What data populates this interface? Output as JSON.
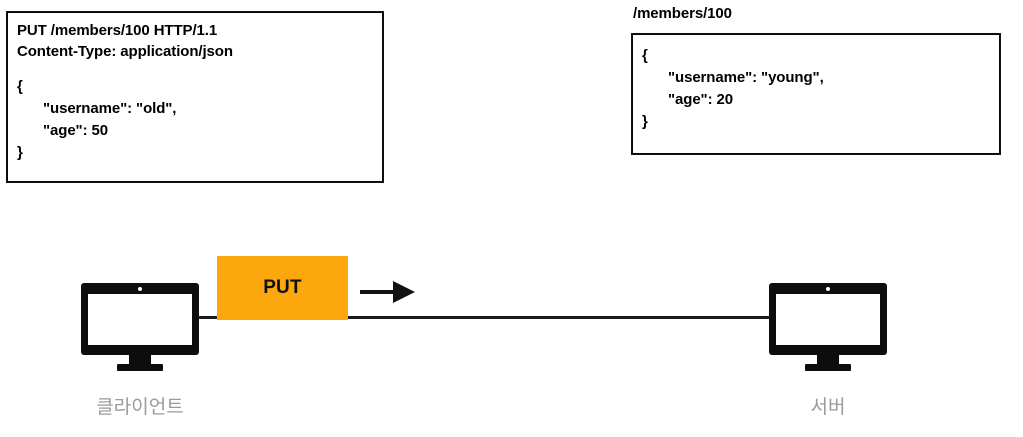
{
  "diagram": {
    "type": "http-request-sequence",
    "accent_color": "#FBA70D",
    "line_color": "#121212",
    "caption_color": "#9a9a9a"
  },
  "request_box": {
    "request_line": "PUT /members/100 HTTP/1.1",
    "header_line": "Content-Type: application/json",
    "body": {
      "open_brace": "{",
      "field_username": "\"username\": \"old\",",
      "field_age": "\"age\": 50",
      "close_brace": "}"
    }
  },
  "resource": {
    "path_label": "/members/100",
    "body": {
      "open_brace": "{",
      "field_username": "\"username\": \"young\",",
      "field_age": "\"age\": 20",
      "close_brace": "}"
    }
  },
  "flow": {
    "method_label": "PUT",
    "arrow_direction": "right"
  },
  "nodes": {
    "client_label": "클라이언트",
    "server_label": "서버"
  }
}
